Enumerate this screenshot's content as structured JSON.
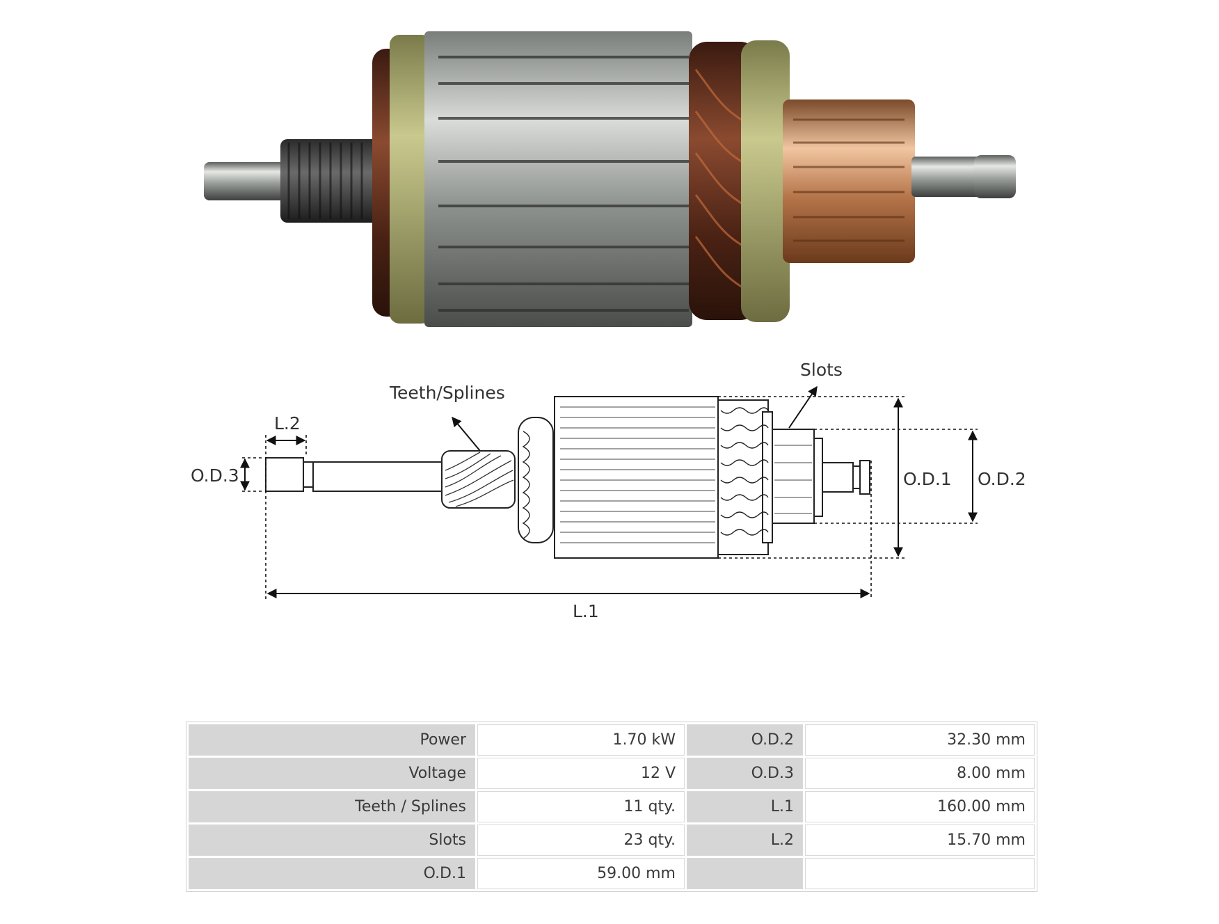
{
  "diagram": {
    "labels": {
      "teeth_splines": "Teeth/Splines",
      "slots": "Slots",
      "l1": "L.1",
      "l2": "L.2",
      "od1": "O.D.1",
      "od2": "O.D.2",
      "od3": "O.D.3"
    }
  },
  "specs": {
    "rows": [
      {
        "k1": "Power",
        "v1": "1.70 kW",
        "k2": "O.D.2",
        "v2": "32.30 mm"
      },
      {
        "k1": "Voltage",
        "v1": "12 V",
        "k2": "O.D.3",
        "v2": "8.00 mm"
      },
      {
        "k1": "Teeth / Splines",
        "v1": "11 qty.",
        "k2": "L.1",
        "v2": "160.00 mm"
      },
      {
        "k1": "Slots",
        "v1": "23 qty.",
        "k2": "L.2",
        "v2": "15.70 mm"
      },
      {
        "k1": "O.D.1",
        "v1": "59.00 mm",
        "k2": "",
        "v2": ""
      }
    ]
  },
  "colors": {
    "steel": "#b9bcb8",
    "copper": "#c98a5a",
    "winding": "#5a2a1a",
    "insulation": "#a9a86a",
    "table_header": "#d6d6d6"
  }
}
